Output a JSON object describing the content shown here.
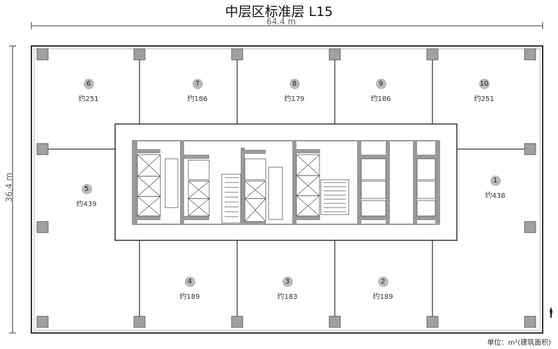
{
  "title": "中层区标准层  L15",
  "dimensions": {
    "width": "64.4  m",
    "height": "36.4  m"
  },
  "rooms": [
    {
      "id": "6",
      "area": "约251"
    },
    {
      "id": "7",
      "area": "约186"
    },
    {
      "id": "8",
      "area": "约179"
    },
    {
      "id": "9",
      "area": "约186"
    },
    {
      "id": "10",
      "area": "约251"
    },
    {
      "id": "5",
      "area": "约439"
    },
    {
      "id": "1",
      "area": "约438"
    },
    {
      "id": "4",
      "area": "约189"
    },
    {
      "id": "3",
      "area": "约183"
    },
    {
      "id": "2",
      "area": "约189"
    }
  ],
  "unit_note": "单位：m²(建筑面积)",
  "north_label": "N",
  "colors": {
    "column": "#a0a0a0",
    "line": "#333333",
    "core_wall": "#9a9a9a"
  }
}
